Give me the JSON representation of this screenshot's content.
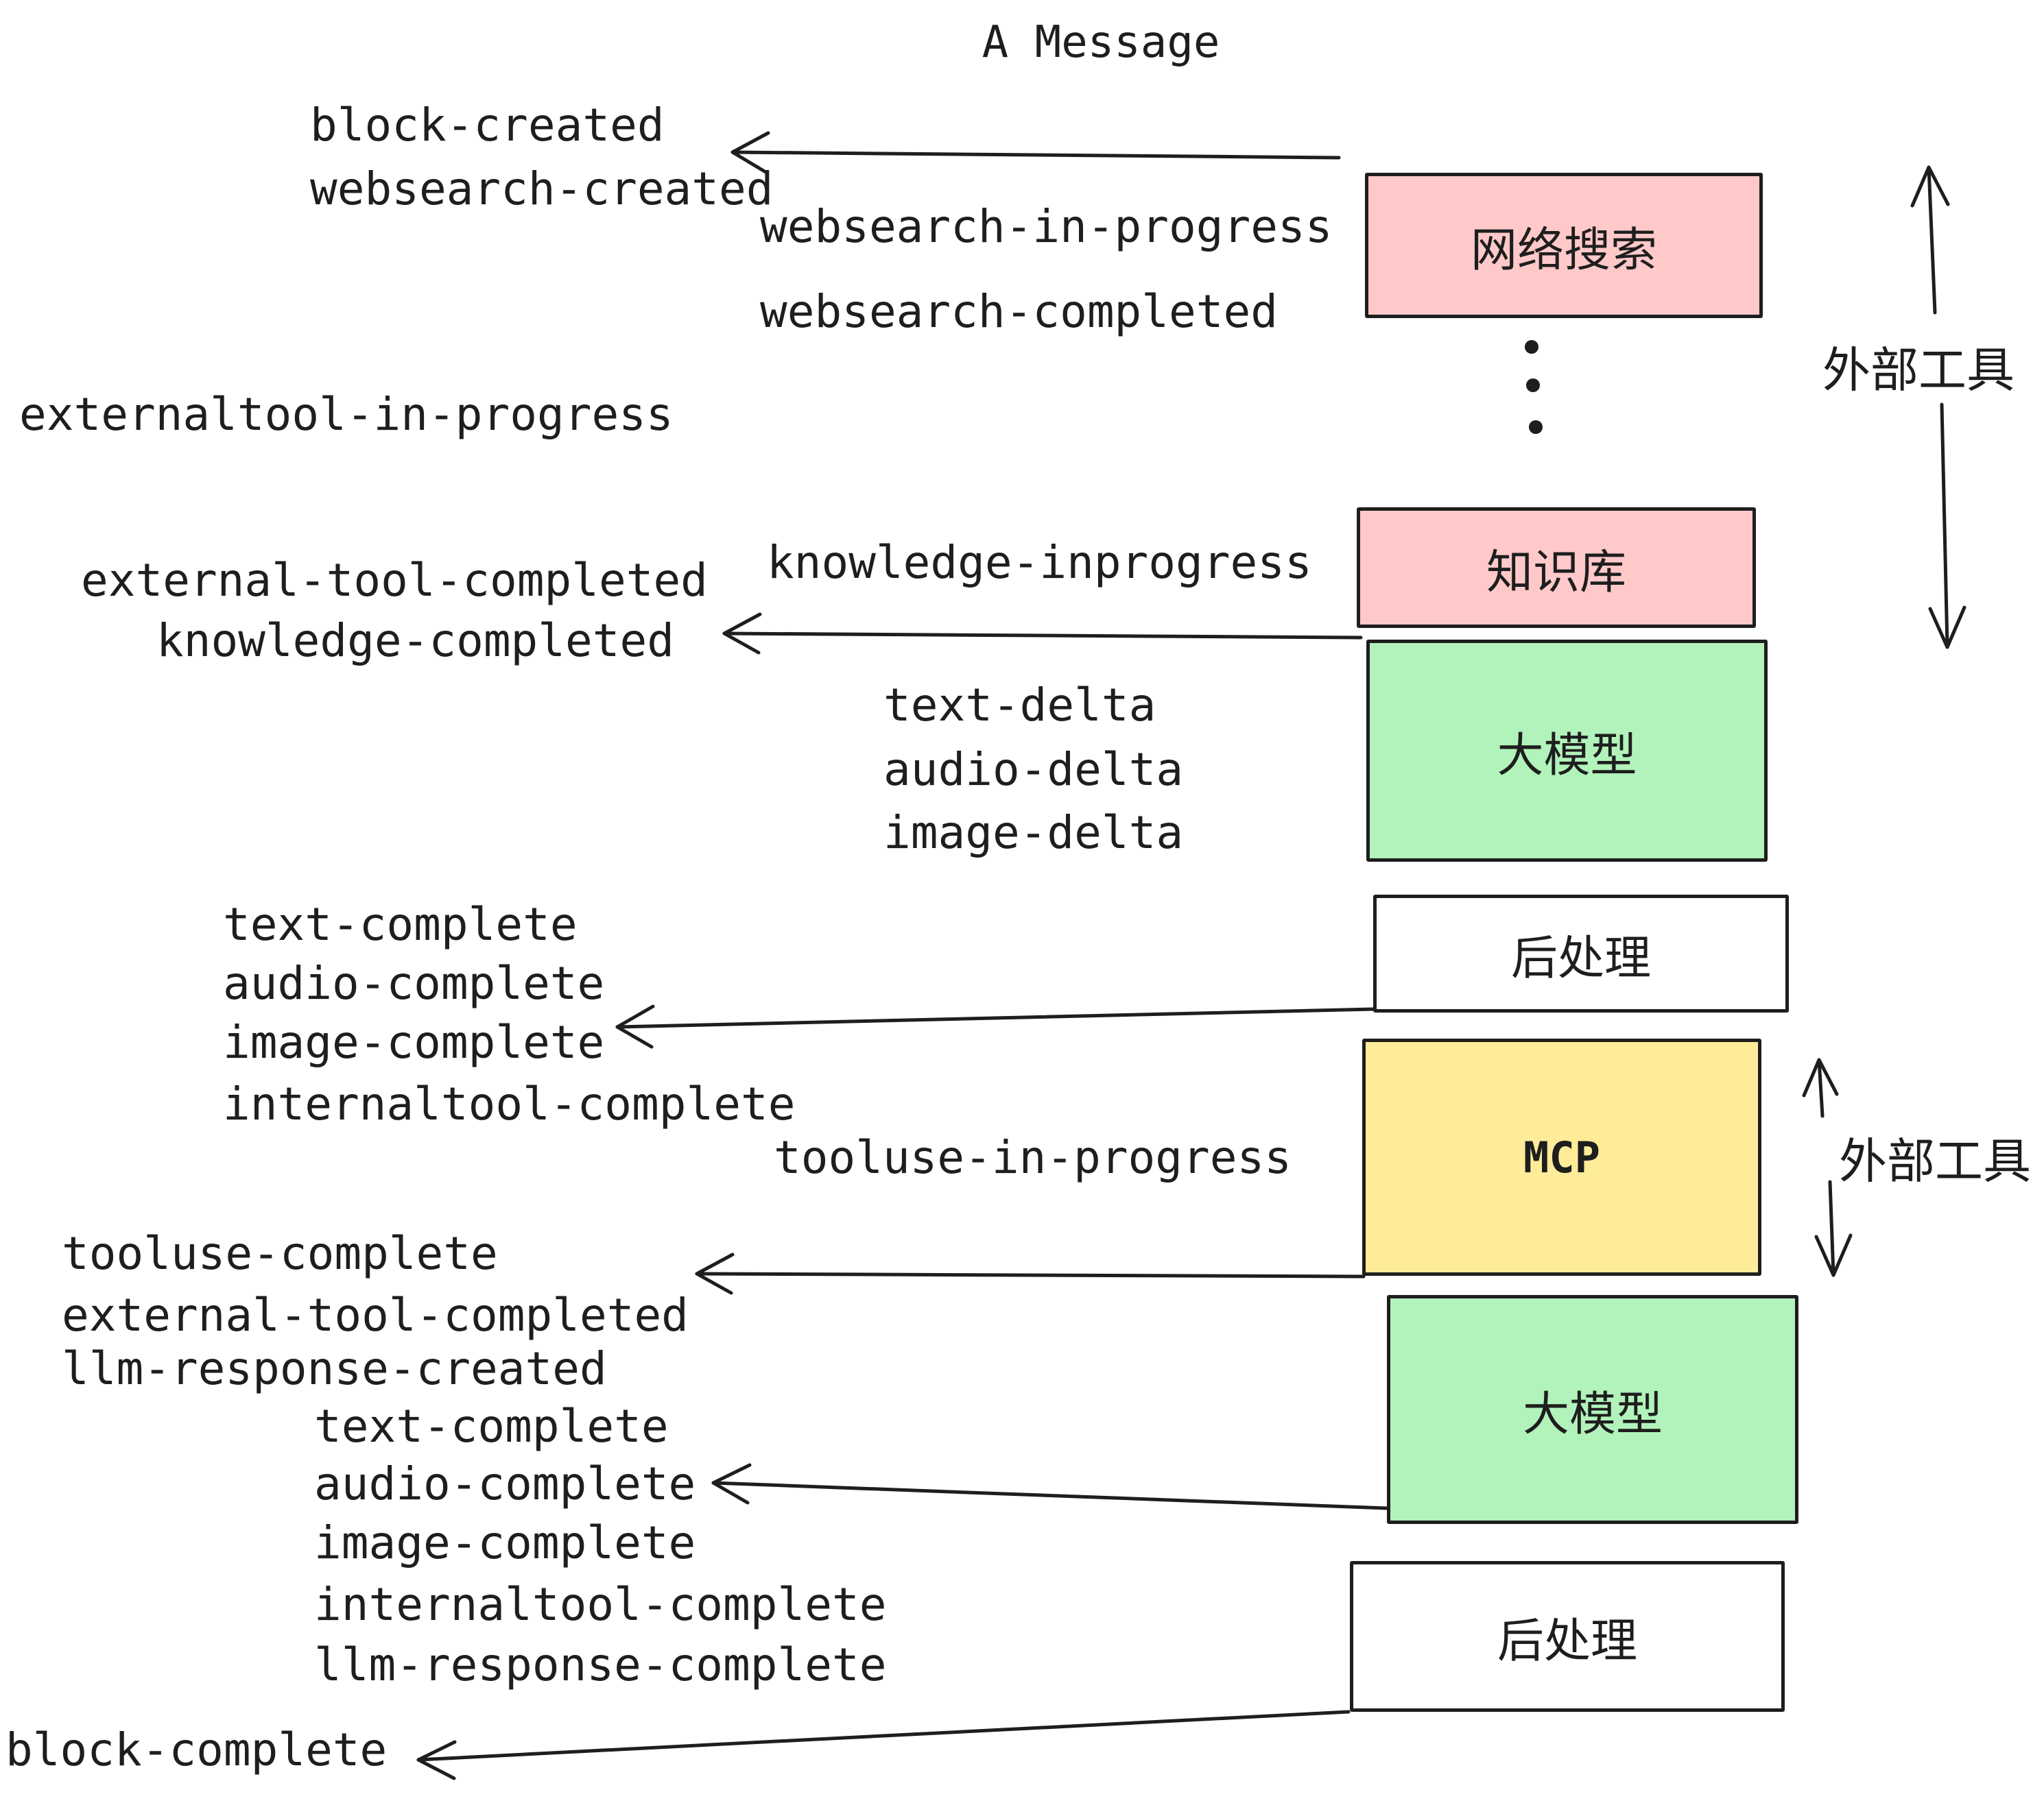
{
  "title": "A Message",
  "colors": {
    "stroke": "#1e1e1e",
    "box_pink": "#ffc9c9",
    "box_green": "#b2f2bb",
    "box_yellow": "#ffec99",
    "box_white": "#ffffff"
  },
  "boxes": [
    {
      "id": "websearch",
      "label": "网络搜索"
    },
    {
      "id": "knowledge",
      "label": "知识库"
    },
    {
      "id": "llm-top",
      "label": "大模型"
    },
    {
      "id": "post-top",
      "label": "后处理"
    },
    {
      "id": "mcp",
      "label": "MCP"
    },
    {
      "id": "llm-bottom",
      "label": "大模型"
    },
    {
      "id": "post-bottom",
      "label": "后处理"
    }
  ],
  "side_labels": {
    "external_tools_top": "外部工具",
    "external_tools_bottom": "外部工具"
  },
  "events": {
    "block_created": "block-created",
    "websearch_created": "websearch-created",
    "websearch_in_progress": "websearch-in-progress",
    "websearch_completed": "websearch-completed",
    "externaltool_in_progress": "externaltool-in-progress",
    "knowledge_inprogress": "knowledge-inprogress",
    "external_tool_completed_1": "external-tool-completed",
    "knowledge_completed": "knowledge-completed",
    "text_delta_1": "text-delta",
    "audio_delta_1": "audio-delta",
    "image_delta_1": "image-delta",
    "text_complete_1": "text-complete",
    "audio_complete_1": "audio-complete",
    "image_complete_1": "image-complete",
    "internaltool_complete_1": "internaltool-complete",
    "tooluse_in_progress": "tooluse-in-progress",
    "tooluse_complete": "tooluse-complete",
    "external_tool_completed_2": "external-tool-completed",
    "llm_response_created": "llm-response-created",
    "text_complete_2": "text-complete",
    "audio_complete_2": "audio-complete",
    "image_complete_2": "image-complete",
    "internaltool_complete_2": "internaltool-complete",
    "llm_response_complete": "llm-response-complete",
    "block_complete": "block-complete"
  }
}
